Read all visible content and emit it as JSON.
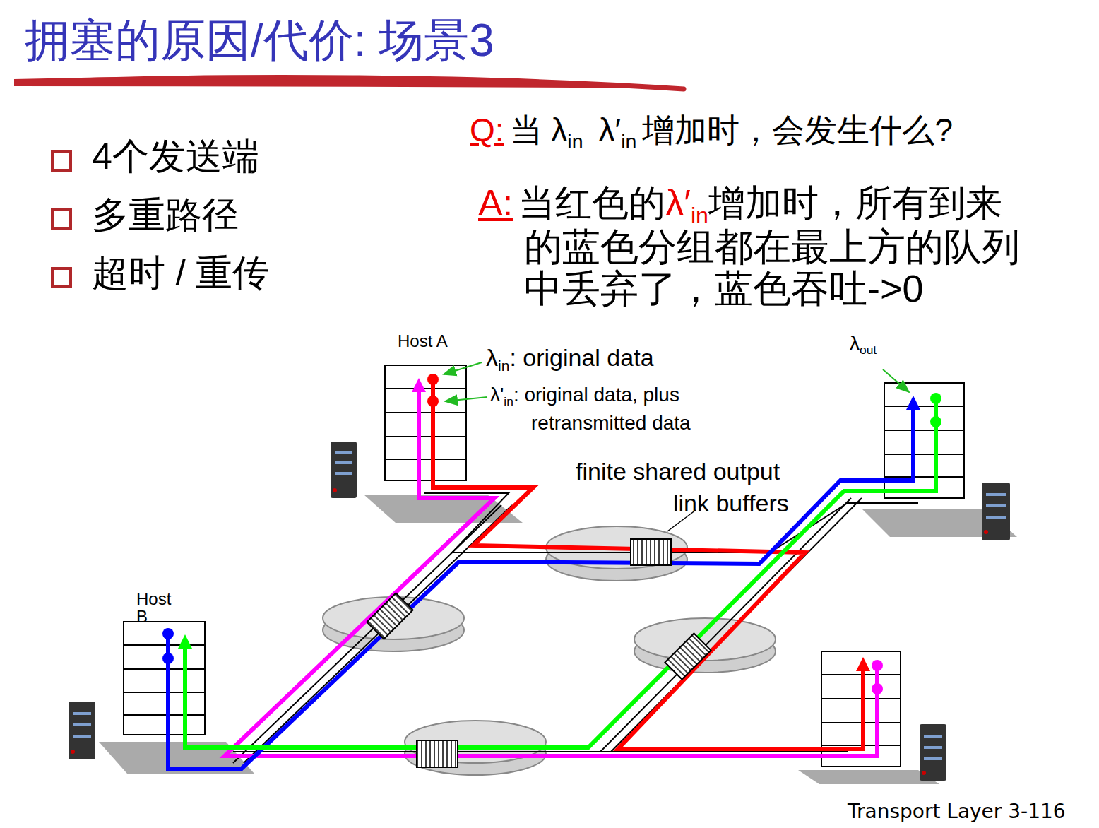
{
  "diagram": {
    "title": "拥塞的原因/代价: 场景3",
    "nodes": [
      {
        "text": [
          "Host A"
        ]
      },
      {
        "text": [
          "Host B"
        ]
      }
    ],
    "labels": [
      "4个发送端",
      "多重路径",
      "超时 / 重传",
      "Q:",
      "当 λ",
      "in",
      "λ′",
      "in",
      "增加时，会发生什么?",
      "A:",
      "当红色的",
      "λ′",
      "in",
      "增加时，所有到来",
      "的蓝色分组都在最上方的队列中丢弃了，蓝色吞吐->0",
      "λ",
      "in",
      ": original data",
      "λ'",
      "in",
      ": original data, plus",
      "retransmitted data",
      "finite shared output",
      "link buffers",
      "λ",
      "out",
      "Transport Layer  3-116"
    ]
  }
}
